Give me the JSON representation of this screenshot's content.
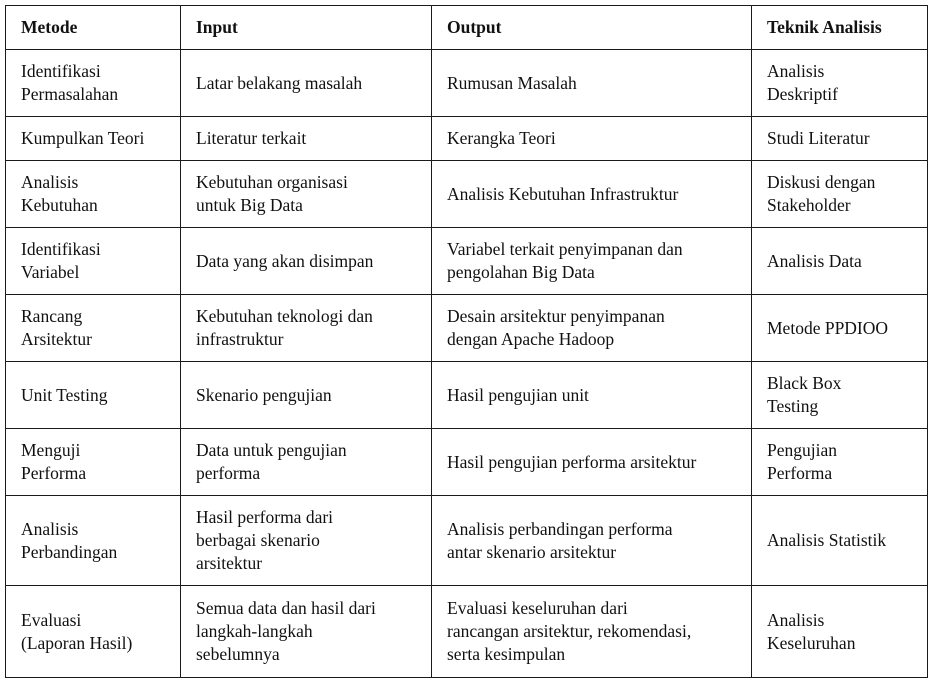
{
  "table": {
    "headers": [
      "Metode",
      "Input",
      "Output",
      "Teknik Analisis"
    ],
    "rows": [
      [
        "Identifikasi\nPermasalahan",
        "Latar belakang masalah",
        "Rumusan Masalah",
        "Analisis\nDeskriptif"
      ],
      [
        "Kumpulkan Teori",
        "Literatur terkait",
        "Kerangka Teori",
        "Studi Literatur"
      ],
      [
        "Analisis\nKebutuhan",
        "Kebutuhan organisasi\nuntuk Big Data",
        "Analisis Kebutuhan Infrastruktur",
        "Diskusi dengan\nStakeholder"
      ],
      [
        "Identifikasi\nVariabel",
        "Data yang akan disimpan",
        "Variabel terkait penyimpanan dan\npengolahan Big Data",
        "Analisis Data"
      ],
      [
        "Rancang\nArsitektur",
        "Kebutuhan teknologi dan\ninfrastruktur",
        "Desain arsitektur penyimpanan\ndengan Apache Hadoop",
        "Metode PPDIOO"
      ],
      [
        "Unit Testing",
        "Skenario pengujian",
        "Hasil pengujian unit",
        "Black Box\nTesting"
      ],
      [
        "Menguji\nPerforma",
        "Data untuk pengujian\nperforma",
        "Hasil pengujian performa arsitektur",
        "Pengujian\nPerforma"
      ],
      [
        "Analisis\nPerbandingan",
        "Hasil performa dari\nberbagai skenario\narsitektur",
        "Analisis perbandingan performa\nantar skenario arsitektur",
        "Analisis Statistik"
      ],
      [
        "Evaluasi\n(Laporan Hasil)",
        "Semua data dan hasil dari\nlangkah-langkah\nsebelumnya",
        "Evaluasi keseluruhan dari\nrancangan arsitektur, rekomendasi,\nserta kesimpulan",
        "Analisis\nKeseluruhan"
      ]
    ]
  }
}
